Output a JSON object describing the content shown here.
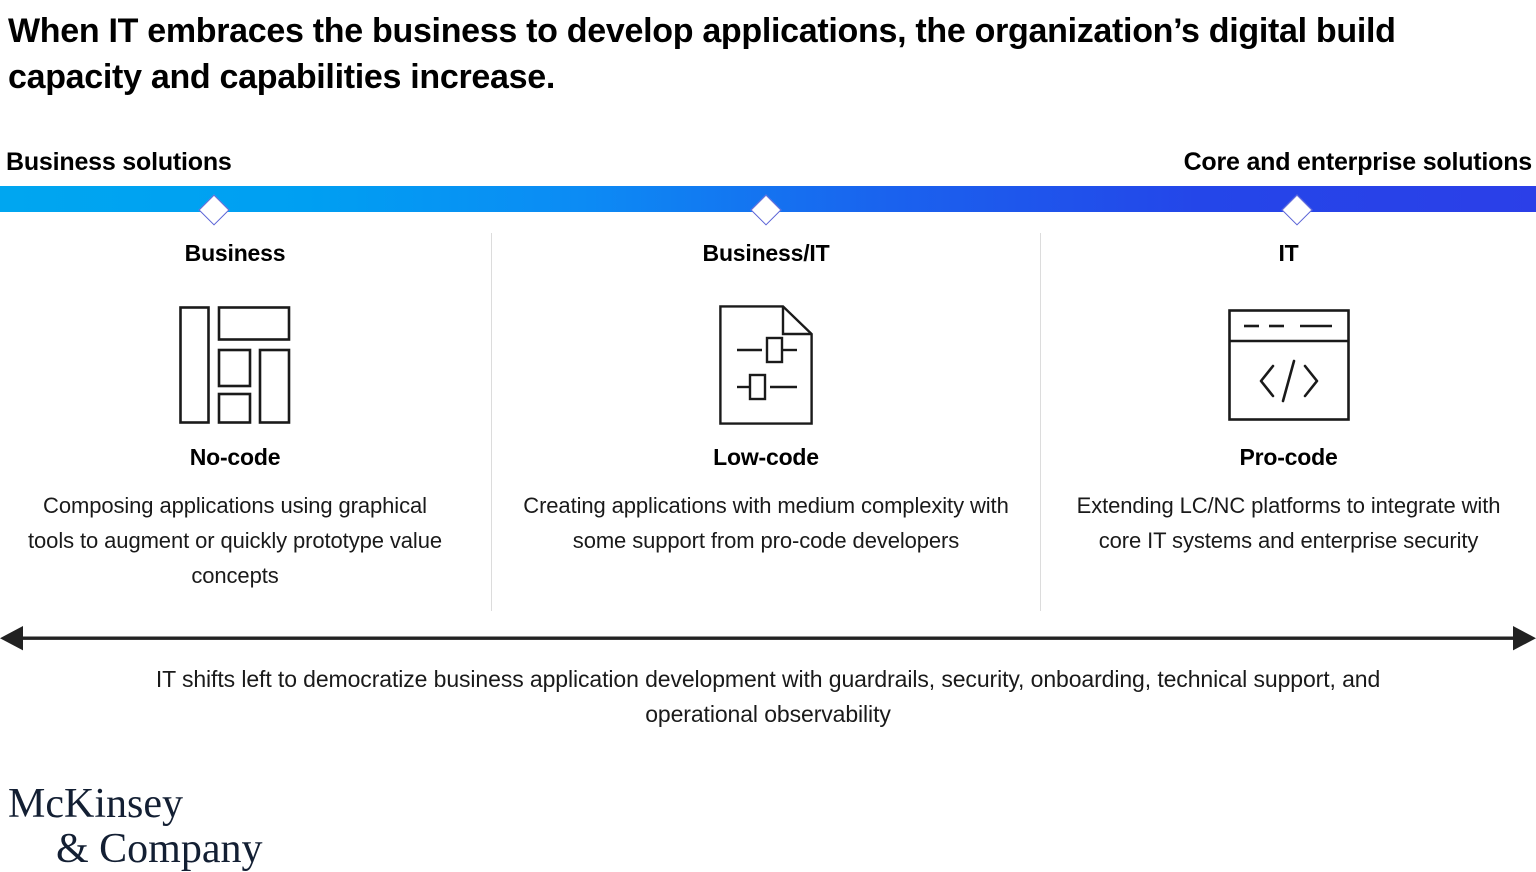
{
  "title": "When IT embraces the business to develop applications, the organization’s digital build capacity and capabilities increase.",
  "spectrum": {
    "left_label": "Business solutions",
    "right_label": "Core and enterprise solutions",
    "gradient_from": "#00A6F0",
    "gradient_mid": "#0E7CF2",
    "gradient_to": "#2B3FE8",
    "marker_outline": "#5B63D6",
    "markers": [
      {
        "name": "business-marker",
        "x_pct": 13.9
      },
      {
        "name": "business-it-marker",
        "x_pct": 49.9
      },
      {
        "name": "it-marker",
        "x_pct": 84.4
      }
    ]
  },
  "columns": [
    {
      "owner": "Business",
      "icon": "dashboard-layout-icon",
      "approach": "No-code",
      "description": "Composing applications using graphical tools to augment or quickly prototype value concepts"
    },
    {
      "owner": "Business/IT",
      "icon": "document-sliders-icon",
      "approach": "Low-code",
      "description": "Creating applications with medium complexity with some support from pro-code developers"
    },
    {
      "owner": "IT",
      "icon": "code-window-icon",
      "approach": "Pro-code",
      "description": "Extending LC/NC platforms to integrate with core IT systems and enterprise security"
    }
  ],
  "bottom": {
    "arrow_icon": "double-headed-arrow-icon",
    "caption": "IT shifts left to democratize business application development with guardrails, security, onboarding, technical support, and operational observability"
  },
  "logo": {
    "line1": "McKinsey",
    "line2": "& Company",
    "color": "#131F33"
  }
}
